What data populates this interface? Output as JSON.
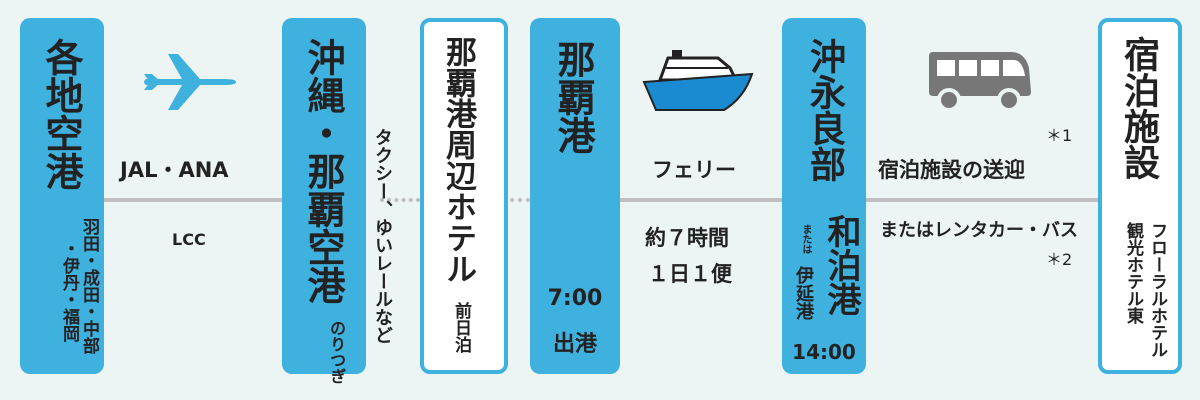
{
  "stations": {
    "airports": {
      "name": "各地空港",
      "note_line1": "羽田・成田・中部",
      "note_line2": "・伊丹・福岡"
    },
    "naha_airport": {
      "name": "沖縄・那覇空港",
      "note": "のりつぎ"
    },
    "hotel_near_port": {
      "name": "那覇港周辺ホテル",
      "note": "前日泊"
    },
    "naha_port": {
      "name": "那覇港",
      "time": "7:00",
      "status": "出港"
    },
    "okinoerabu": {
      "name": "沖永良部",
      "port": "和泊港",
      "alt_prefix": "または",
      "alt_port": "伊延港",
      "time": "14:00"
    },
    "lodging": {
      "name": "宿泊施設",
      "examples": "フローラルホテル",
      "examples2": "観光ホテル東"
    }
  },
  "connections": {
    "flight": {
      "carriers": "JAL・ANA",
      "lcc": "LCC",
      "icon": "airplane-icon"
    },
    "transfer": {
      "text": "タクシー、ゆいレールなど"
    },
    "ferry": {
      "name": "フェリー",
      "duration": "約７時間",
      "frequency": "１日１便",
      "icon": "ship-icon"
    },
    "bus": {
      "main": "宿泊施設の送迎",
      "note1": "＊1",
      "alt": "またはレンタカー・バス",
      "note2": "＊2",
      "icon": "bus-icon"
    }
  },
  "colors": {
    "accent": "#3fb1df",
    "line": "#bfbfbf",
    "background": "#ecf5f3",
    "ship_hull": "#1a8bd0"
  }
}
